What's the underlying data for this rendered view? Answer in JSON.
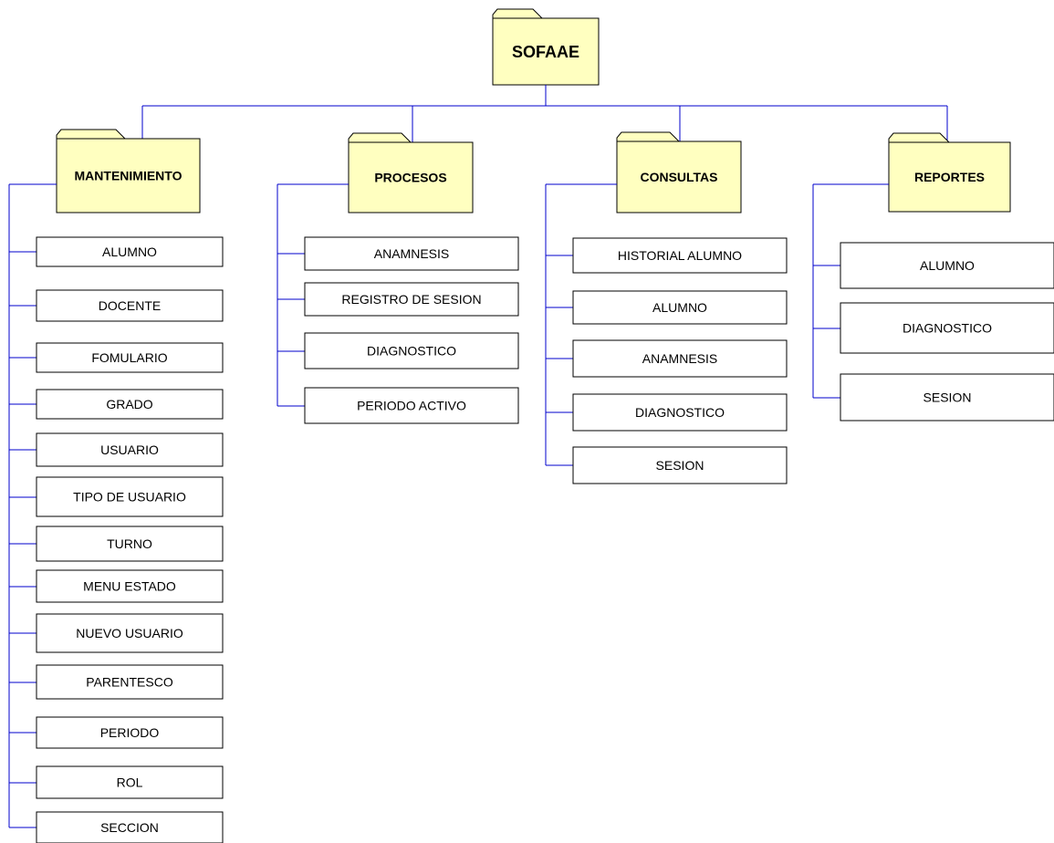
{
  "root": {
    "label": "SOFAAE",
    "icon": "folder-icon"
  },
  "colors": {
    "folder_fill": "#ffffc0",
    "connector": "#0000cc",
    "box_border": "#000000"
  },
  "packages": [
    {
      "key": "mantenimiento",
      "label": "MANTENIMIENTO",
      "icon": "folder-icon",
      "items": [
        "ALUMNO",
        "DOCENTE",
        "FOMULARIO",
        "GRADO",
        "USUARIO",
        "TIPO DE USUARIO",
        "TURNO",
        "MENU ESTADO",
        "NUEVO USUARIO",
        "PARENTESCO",
        "PERIODO",
        "ROL",
        "SECCION"
      ]
    },
    {
      "key": "procesos",
      "label": "PROCESOS",
      "icon": "folder-icon",
      "items": [
        "ANAMNESIS",
        "REGISTRO DE SESION",
        "DIAGNOSTICO",
        "PERIODO ACTIVO"
      ]
    },
    {
      "key": "consultas",
      "label": "CONSULTAS",
      "icon": "folder-icon",
      "items": [
        "HISTORIAL ALUMNO",
        "ALUMNO",
        "ANAMNESIS",
        "DIAGNOSTICO",
        "SESION"
      ]
    },
    {
      "key": "reportes",
      "label": "REPORTES",
      "icon": "folder-icon",
      "items": [
        "ALUMNO",
        "DIAGNOSTICO",
        "SESION"
      ]
    }
  ]
}
